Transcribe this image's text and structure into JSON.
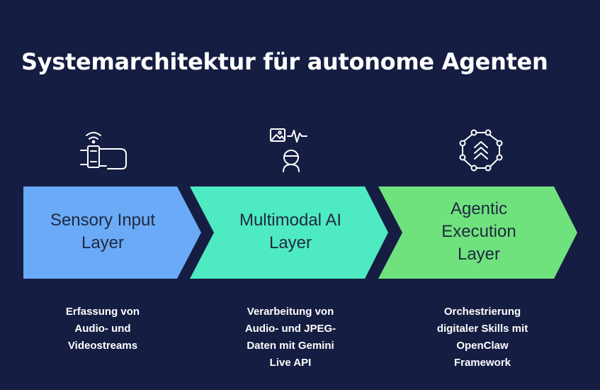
{
  "title": "Systemarchitektur für autonome Agenten",
  "stages": [
    {
      "label_line1": "Sensory Input",
      "label_line2": "Layer",
      "color": "#6aaaf7",
      "icon": "wrist-sensor-icon",
      "desc_lines": [
        "Erfassung von",
        "Audio- und",
        "Videostreams"
      ]
    },
    {
      "label_line1": "Multimodal AI",
      "label_line2": "Layer",
      "color": "#4eeac2",
      "icon": "multimodal-ai-icon",
      "desc_lines": [
        "Verarbeitung von",
        "Audio- und JPEG-",
        "Daten mit Gemini",
        "Live API"
      ]
    },
    {
      "label_line1": "Agentic",
      "label_line2": "Execution",
      "label_line3": "Layer",
      "color": "#6fe27d",
      "icon": "network-hub-icon",
      "desc_lines": [
        "Orchestrierung",
        "digitaler Skills mit",
        "OpenClaw",
        "Framework"
      ]
    }
  ]
}
